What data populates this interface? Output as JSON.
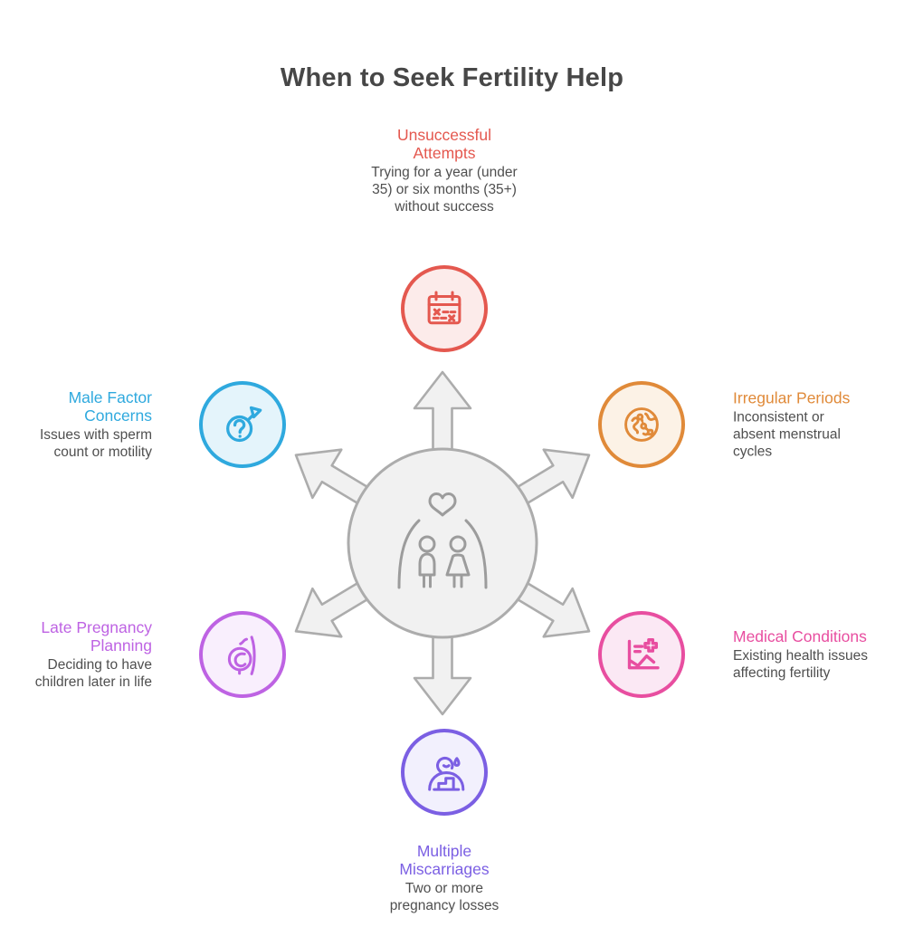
{
  "title": "When to Seek Fertility Help",
  "hub": {
    "icon": "couple-with-heart-icon",
    "circle_fill": "#f1f1f1",
    "circle_stroke": "#acacac",
    "icon_stroke": "#9c9c9c",
    "arrow_directions": [
      "up",
      "upper-right",
      "lower-right",
      "down",
      "lower-left",
      "upper-left"
    ]
  },
  "items": [
    {
      "id": "unsuccessful-attempts",
      "label": "Unsuccessful Attempts",
      "description": "Trying for a year (under 35) or six months (35+) without success",
      "color": "#E4584F",
      "fill": "#FCEBEA",
      "icon": "calendar-missed-days-icon",
      "position": "top"
    },
    {
      "id": "irregular-periods",
      "label": "Irregular Periods",
      "description": "Inconsistent or absent menstrual cycles",
      "color": "#E08A39",
      "fill": "#FCF2E6",
      "icon": "cycle-cells-icon",
      "position": "upper-right"
    },
    {
      "id": "medical-conditions",
      "label": "Medical Conditions",
      "description": "Existing health issues affecting fertility",
      "color": "#E84EA0",
      "fill": "#FBE8F4",
      "icon": "health-chart-cross-icon",
      "position": "lower-right"
    },
    {
      "id": "multiple-miscarriages",
      "label": "Multiple Miscarriages",
      "description": "Two or more pregnancy losses",
      "color": "#7B5FE3",
      "fill": "#F2F0FD",
      "icon": "grieving-person-tear-icon",
      "position": "bottom"
    },
    {
      "id": "late-pregnancy-planning",
      "label": "Late Pregnancy Planning",
      "description": "Deciding to have children later in life",
      "color": "#BE63E3",
      "fill": "#F9EFFD",
      "icon": "pregnancy-belly-icon",
      "position": "lower-left"
    },
    {
      "id": "male-factor-concerns",
      "label": "Male Factor Concerns",
      "description": "Issues with sperm count or motility",
      "color": "#2FA9DE",
      "fill": "#E4F4FB",
      "icon": "male-symbol-question-icon",
      "position": "upper-left"
    }
  ]
}
